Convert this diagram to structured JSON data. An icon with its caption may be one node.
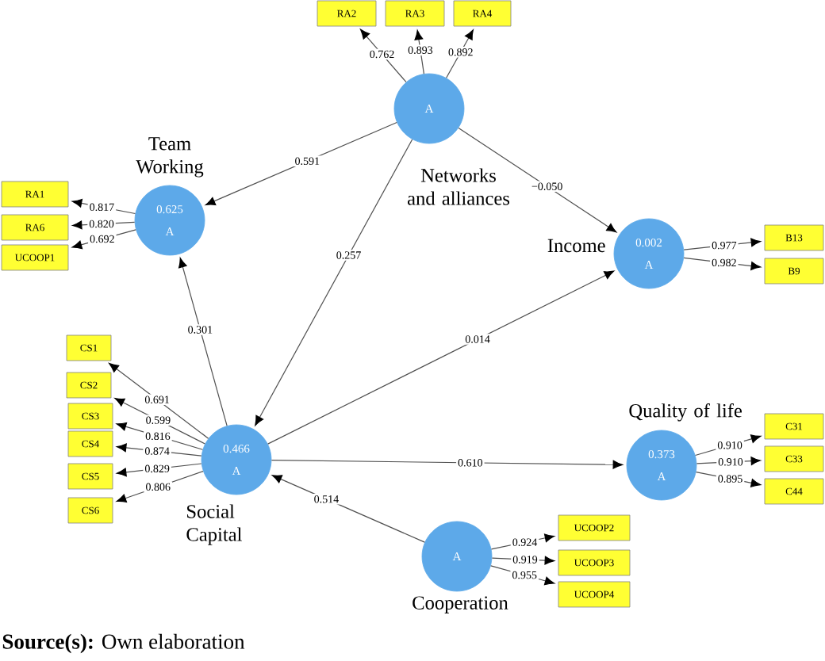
{
  "diagram": {
    "caption": "**Source(s):** Own elaboration",
    "nodes": [
      {
        "text": [
          "RA2"
        ]
      },
      {
        "text": [
          "RA3"
        ]
      },
      {
        "text": [
          "RA4"
        ]
      },
      {
        "text": [
          "A",
          "Networks and alliances"
        ]
      },
      {
        "text": [
          "RA1"
        ]
      },
      {
        "text": [
          "RA6"
        ]
      },
      {
        "text": [
          "UCOOP1"
        ]
      },
      {
        "text": [
          "Team Working",
          "0.625",
          "A"
        ]
      },
      {
        "text": [
          "Income",
          "0.002",
          "A"
        ]
      },
      {
        "text": [
          "B13"
        ]
      },
      {
        "text": [
          "B9"
        ]
      },
      {
        "text": [
          "CS1"
        ]
      },
      {
        "text": [
          "CS2"
        ]
      },
      {
        "text": [
          "CS3"
        ]
      },
      {
        "text": [
          "CS4"
        ]
      },
      {
        "text": [
          "CS5"
        ]
      },
      {
        "text": [
          "CS6"
        ]
      },
      {
        "text": [
          "0.466",
          "A",
          "Social Capital"
        ]
      },
      {
        "text": [
          "Quality of life",
          "0.373",
          "A"
        ]
      },
      {
        "text": [
          "C31"
        ]
      },
      {
        "text": [
          "C33"
        ]
      },
      {
        "text": [
          "C44"
        ]
      },
      {
        "text": [
          "A",
          "Cooperation"
        ]
      },
      {
        "text": [
          "UCOOP2"
        ]
      },
      {
        "text": [
          "UCOOP3"
        ]
      },
      {
        "text": [
          "UCOOP4"
        ]
      }
    ],
    "edges": [
      {
        "from": 3,
        "to": 0,
        "arrow": "to",
        "label": "0.762"
      },
      {
        "from": 3,
        "to": 1,
        "arrow": "to",
        "label": "0.893"
      },
      {
        "from": 3,
        "to": 2,
        "arrow": "to",
        "label": "0.892"
      },
      {
        "from": 7,
        "to": 4,
        "arrow": "to",
        "label": "0.817"
      },
      {
        "from": 7,
        "to": 5,
        "arrow": "to",
        "label": "0.820"
      },
      {
        "from": 7,
        "to": 6,
        "arrow": "to",
        "label": "0.692"
      },
      {
        "from": 3,
        "to": 7,
        "arrow": "to",
        "label": "0.591"
      },
      {
        "from": 3,
        "to": 8,
        "arrow": "to",
        "label": "−0.050"
      },
      {
        "from": 3,
        "to": 17,
        "arrow": "to",
        "label": "0.257"
      },
      {
        "from": 17,
        "to": 7,
        "arrow": "to",
        "label": "0.301"
      },
      {
        "from": 17,
        "to": 8,
        "arrow": "to",
        "label": "0.014"
      },
      {
        "from": 8,
        "to": 9,
        "arrow": "to",
        "label": "0.977"
      },
      {
        "from": 8,
        "to": 10,
        "arrow": "to",
        "label": "0.982"
      },
      {
        "from": 17,
        "to": 11,
        "arrow": "to",
        "label": "0.691"
      },
      {
        "from": 17,
        "to": 12,
        "arrow": "to",
        "label": "0.599"
      },
      {
        "from": 17,
        "to": 13,
        "arrow": "to",
        "label": "0.816"
      },
      {
        "from": 17,
        "to": 14,
        "arrow": "to",
        "label": "0.874"
      },
      {
        "from": 17,
        "to": 15,
        "arrow": "to",
        "label": "0.829"
      },
      {
        "from": 17,
        "to": 16,
        "arrow": "to",
        "label": "0.806"
      },
      {
        "from": 17,
        "to": 18,
        "arrow": "to",
        "label": "0.610"
      },
      {
        "from": 18,
        "to": 19,
        "arrow": "to",
        "label": "0.910"
      },
      {
        "from": 18,
        "to": 20,
        "arrow": "to",
        "label": "0.910"
      },
      {
        "from": 18,
        "to": 21,
        "arrow": "to",
        "label": "0.895"
      },
      {
        "from": 22,
        "to": 17,
        "arrow": "to",
        "label": "0.514"
      },
      {
        "from": 22,
        "to": 23,
        "arrow": "to",
        "label": "0.924"
      },
      {
        "from": 22,
        "to": 24,
        "arrow": "to",
        "label": "0.919"
      },
      {
        "from": 22,
        "to": 25,
        "arrow": "to",
        "label": "0.955"
      }
    ]
  }
}
